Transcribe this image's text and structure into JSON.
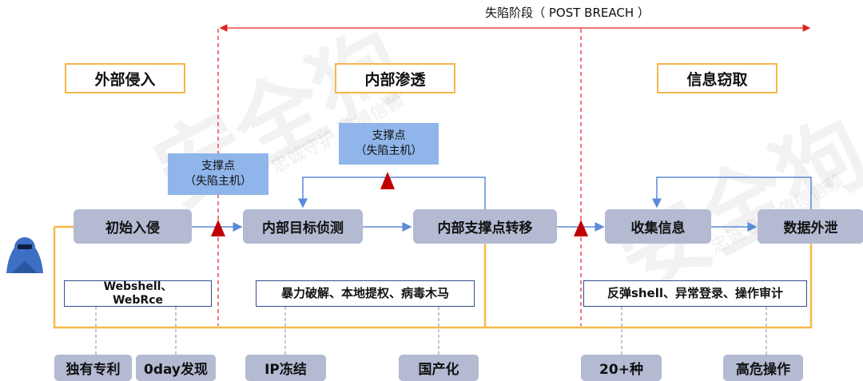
{
  "breach_label": "失陷阶段（ POST BREACH ）",
  "phases": {
    "external": "外部侵入",
    "internal": "内部渗透",
    "theft": "信息窃取"
  },
  "nodes": {
    "initial_intrusion": "初始入侵",
    "internal_recon": "内部目标侦测",
    "pivot_transfer": "内部支撑点转移",
    "collect_info": "收集信息",
    "data_exfil": "数据外泄"
  },
  "pivot_notes": {
    "left": {
      "line1": "支撑点",
      "line2": "（失陷主机）"
    },
    "middle": {
      "line1": "支撑点",
      "line2": "（失陷主机）"
    }
  },
  "techniques": {
    "web": {
      "line1": "Webshell、",
      "line2": "WebRce"
    },
    "bruteforce": "暴力破解、本地提权、病毒木马",
    "reverse_shell": "反弹shell、异常登录、操作审计"
  },
  "features": {
    "patent": "独有专利",
    "zero_day": "0day发现",
    "ip_freeze": "IP冻结",
    "localization": "国产化",
    "twenty_plus": "20+种",
    "high_risk": "高危操作"
  },
  "watermark": {
    "brand": "安全狗",
    "slogan": "忠诚守护 值得信赖"
  },
  "colors": {
    "phase_border": "#f6b84a",
    "node_fill": "#b3bad2",
    "note_fill": "#8fb5ea",
    "arrow_blue": "#5b8bd8",
    "breach_red": "#e02020",
    "marker_red": "#c00000",
    "orange_line": "#f6b84a",
    "attacker_blue": "#3d6fc4"
  }
}
